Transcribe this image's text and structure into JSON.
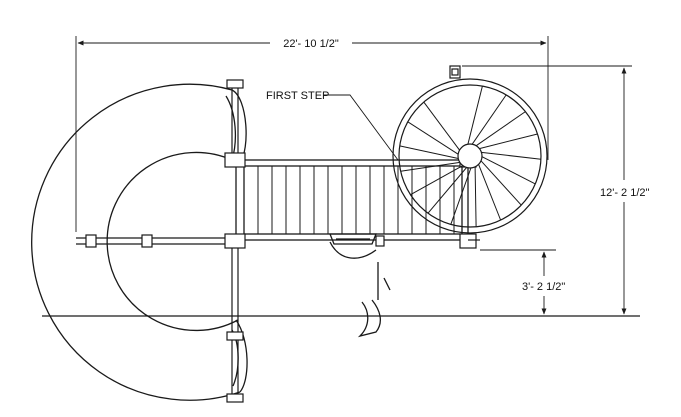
{
  "diagram": {
    "overall_width": "22'- 10 1/2\"",
    "overall_depth": "12'- 2 1/2\"",
    "offset_depth": "3'- 2 1/2\"",
    "callout": "FIRST STEP"
  },
  "colors": {
    "line": "#1a1a1a",
    "background": "#ffffff"
  }
}
